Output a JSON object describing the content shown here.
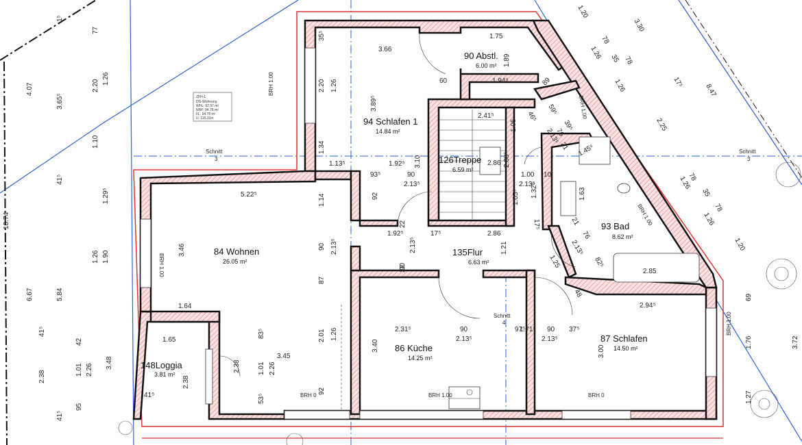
{
  "legend": {
    "lines": [
      "ZFH-1",
      "DG-Wohnung",
      "WFL: 92.97 m²",
      "NRF: 94.78 m²",
      "FL: 94.78 m²",
      "U: 115.31m"
    ]
  },
  "rooms": {
    "wohnen": {
      "name": "84 Wohnen",
      "area": "26.05 m²"
    },
    "schlafen1": {
      "name": "94 Schlafen 1",
      "area": "14.84 m²"
    },
    "abstl": {
      "name": "90 Abstl.",
      "area": "6.00 m²"
    },
    "treppe": {
      "name": "126Treppe",
      "area": "6.59 m²"
    },
    "flur": {
      "name": "135Flur",
      "area": "6.63 m²"
    },
    "bad": {
      "name": "93 Bad",
      "area": "8.62 m²"
    },
    "kueche": {
      "name": "86 Küche",
      "area": "14.25 m²"
    },
    "schlafen": {
      "name": "87 Schlafen",
      "area": "14.50 m²"
    },
    "loggia": {
      "name": "148Loggia",
      "area": "3.81 m²"
    }
  },
  "sections": {
    "label": "Schnitt",
    "number": "3",
    "number2": "4"
  },
  "brh": {
    "b100": "BRH 1.00",
    "b0": "BRH 0"
  },
  "dims": {
    "d366": "3.66",
    "d175": "1.75",
    "d60": "60",
    "d1945": "1.94⁵",
    "d189": "1.89",
    "d355": "35⁵",
    "d220": "2.20",
    "d126": "1.26",
    "d389": "3.89⁵",
    "d134": "1.34",
    "d113": "1.13⁵",
    "d192": "1.92⁵",
    "d310": "3.10",
    "d241": "2.41⁵",
    "d105": "1.05",
    "d286": "2.86",
    "d288": "2.88⁵",
    "d213": "2.13⁵",
    "d93": "93⁵",
    "d90": "90",
    "d100": "1.00",
    "d10": "10",
    "d522": "5.22⁵",
    "d114": "1.14",
    "d92": "92",
    "d22": "22",
    "d132": "1.32⁵",
    "d1055": "1.05⁵",
    "d163": "1.63",
    "d21": "21",
    "d76": "76",
    "d125": "1.25",
    "d82": "82⁵",
    "d285": "2.85",
    "d48": "48",
    "d294": "2.94⁵",
    "d346": "3.46",
    "d121": "1.21",
    "d87": "87",
    "d164": "1.64",
    "d201": "2.01",
    "d340": "3.40",
    "d231": "2.31⁵",
    "d97": "97⁵",
    "d713": "1.71⁵",
    "d37": "37⁵",
    "d300": "3.00",
    "d165": "1.65",
    "d345": "3.45",
    "d238": "2.38",
    "d83": "83⁵",
    "d101": "1.01",
    "d226": "2.26",
    "d53": "53⁵",
    "d415": "41⁵",
    "d17": "17⁵",
    "d89": "89",
    "d59": "59⁵",
    "d46": "46⁵",
    "d39": "39⁵",
    "d145": "1.45⁵",
    "d120": "1.20",
    "d330": "3.30",
    "d78": "78",
    "d35": "35",
    "d847": "8.47",
    "d225": "2.25",
    "d69": "69",
    "d176": "1.76",
    "d372": "3.72",
    "d127": "1.27",
    "d1074": "10.74",
    "d667": "6.67",
    "d407": "4.07",
    "d365": "3.65⁵",
    "d77": "77",
    "d110": "1.10",
    "d129": "1.29⁵",
    "d190": "1.90",
    "d584": "5.84",
    "d348": "3.48",
    "d95": "95",
    "d42": "42",
    "d15": "1⁵"
  }
}
